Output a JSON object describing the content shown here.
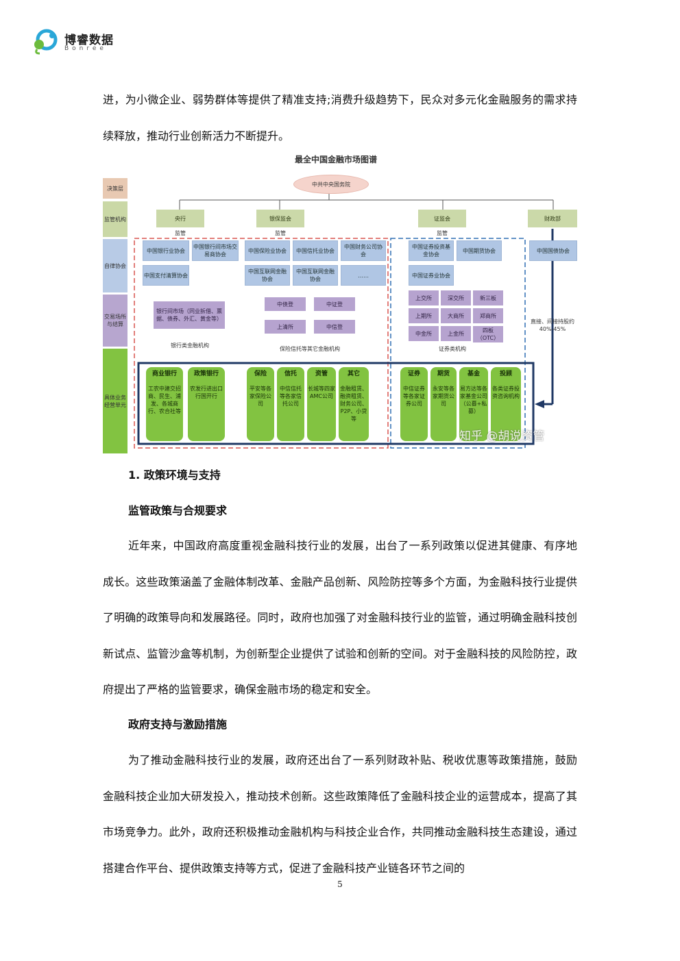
{
  "header": {
    "brand": "博睿数据",
    "brand_sub": "Bonree"
  },
  "intro_paragraph": "进，为小微企业、弱势群体等提供了精准支持;消费升级趋势下，民众对多元化金融服务的需求持续释放，推动行业创新活力不断提升。",
  "chart": {
    "title": "最全中国金融市场图谱",
    "layers": [
      "决策层",
      "监管机构",
      "自律协会",
      "交易场所与结算",
      "具体业务经营单元"
    ],
    "top": "中共中央国务院",
    "regulators": [
      "央行",
      "银保监会",
      "证监会",
      "财政部"
    ],
    "supervise": "监管",
    "bank_assoc": [
      "中国银行业协会",
      "中国银行间市场交易商协会",
      "中国支付清算协会"
    ],
    "ins_assoc": [
      "中国保险业协会",
      "中国信托业协会",
      "中国财务公司协会",
      "中国互联网金融协会",
      "中国互联网金融协会",
      "……"
    ],
    "sec_assoc": [
      "中国证券投资基金协会",
      "中国期货协会",
      "中国证券业协会"
    ],
    "fin_assoc": "中国国债协会",
    "bank_market": "银行间市场（同业拆借、票据、债券、外汇、黄金等）",
    "ins_exchanges": [
      "中债登",
      "中证登",
      "上清所",
      "中信登"
    ],
    "sec_exchanges": [
      "上交所",
      "深交所",
      "新三板",
      "上期所",
      "大商所",
      "郑商所",
      "中金所",
      "上金所",
      "四板（OTC）"
    ],
    "equity_note": "直接、间接持股约40%-45%",
    "group_labels": [
      "银行类金融机构",
      "保险信托等其它金融机构",
      "证券类机构"
    ],
    "units": [
      {
        "title": "商业银行",
        "desc": "工农中建交招商、民生、浦发、各城商行、农合社等"
      },
      {
        "title": "政策银行",
        "desc": "农发行进出口行国开行"
      },
      {
        "title": "保险",
        "desc": "平安等各家保险公司"
      },
      {
        "title": "信托",
        "desc": "中信信托等各家信托公司"
      },
      {
        "title": "资管",
        "desc": "长城等四家AMC公司"
      },
      {
        "title": "其它",
        "desc": "金融租赁、融资租赁、财务公司、P2P、小贷等"
      },
      {
        "title": "证券",
        "desc": "中信证券等各家证券公司"
      },
      {
        "title": "期货",
        "desc": "永安等各家期货公司"
      },
      {
        "title": "基金",
        "desc": "易方达等各家基金公司（公募+私募）"
      },
      {
        "title": "投顾",
        "desc": "各类证券投资咨询机构"
      }
    ],
    "watermark": "知乎 @胡说资管",
    "colors": {
      "blue": "#b0c6e4",
      "purple": "#b6a3cf",
      "green": "#82c341",
      "olive": "#cbd9a9",
      "navy": "#1f3864",
      "red_dash": "#d9534f"
    }
  },
  "section1_heading": "1. 政策环境与支持",
  "sub1_heading": "监管政策与合规要求",
  "sub1_paragraph": "近年来，中国政府高度重视金融科技行业的发展，出台了一系列政策以促进其健康、有序地成长。这些政策涵盖了金融体制改革、金融产品创新、风险防控等多个方面，为金融科技行业提供了明确的政策导向和发展路径。同时，政府也加强了对金融科技行业的监管，通过明确金融科技创新试点、监管沙盒等机制，为创新型企业提供了试验和创新的空间。对于金融科技的风险防控，政府提出了严格的监管要求，确保金融市场的稳定和安全。",
  "sub2_heading": "政府支持与激励措施",
  "sub2_paragraph": "为了推动金融科技行业的发展，政府还出台了一系列财政补贴、税收优惠等政策措施，鼓励金融科技企业加大研发投入，推动技术创新。这些政策降低了金融科技企业的运营成本，提高了其市场竞争力。此外，政府还积极推动金融机构与科技企业合作，共同推动金融科技生态建设，通过搭建合作平台、提供政策支持等方式，促进了金融科技产业链各环节之间的",
  "page_number": "5"
}
